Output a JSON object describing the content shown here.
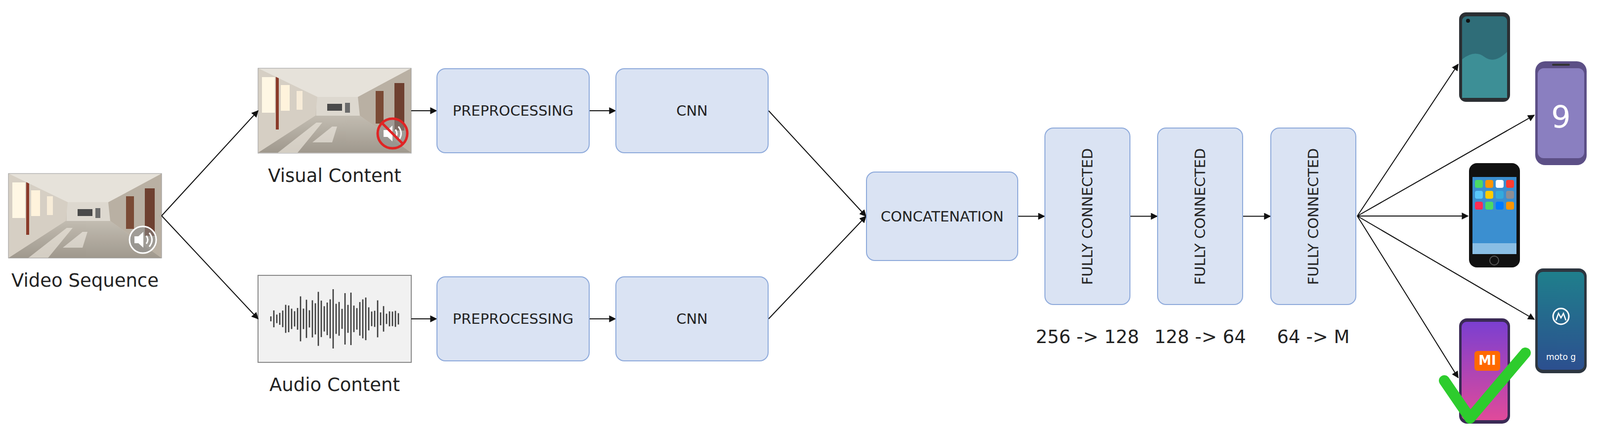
{
  "diagram": {
    "nodes": [
      {
        "text": [
          "Video Sequence"
        ]
      },
      {
        "text": [
          "Visual Content"
        ]
      },
      {
        "text": [
          "Audio Content"
        ]
      },
      {
        "text": [
          "PREPROCESSING"
        ]
      },
      {
        "text": [
          "CNN"
        ]
      },
      {
        "text": [
          "PREPROCESSING"
        ]
      },
      {
        "text": [
          "CNN"
        ]
      },
      {
        "text": [
          "CONCATENATION"
        ]
      },
      {
        "text": [
          "FULLY CONNECTED"
        ]
      },
      {
        "text": [
          "FULLY CONNECTED"
        ]
      },
      {
        "text": [
          "FULLY CONNECTED"
        ]
      }
    ],
    "edges": [
      {
        "from": 0,
        "to": 1,
        "arrow": "to"
      },
      {
        "from": 0,
        "to": 2,
        "arrow": "to"
      },
      {
        "from": 1,
        "to": 3,
        "arrow": "to"
      },
      {
        "from": 3,
        "to": 4,
        "arrow": "to"
      },
      {
        "from": 2,
        "to": 5,
        "arrow": "to"
      },
      {
        "from": 5,
        "to": 6,
        "arrow": "to"
      },
      {
        "from": 4,
        "to": 7,
        "arrow": "to"
      },
      {
        "from": 6,
        "to": 7,
        "arrow": "to"
      },
      {
        "from": 7,
        "to": 8,
        "arrow": "to"
      },
      {
        "from": 8,
        "to": 9,
        "arrow": "to"
      },
      {
        "from": 9,
        "to": 10,
        "arrow": "to"
      }
    ],
    "labels": [
      "256 -> 128",
      "128 -> 64",
      "64 -> M",
      "9",
      "MI",
      "moto g"
    ]
  }
}
